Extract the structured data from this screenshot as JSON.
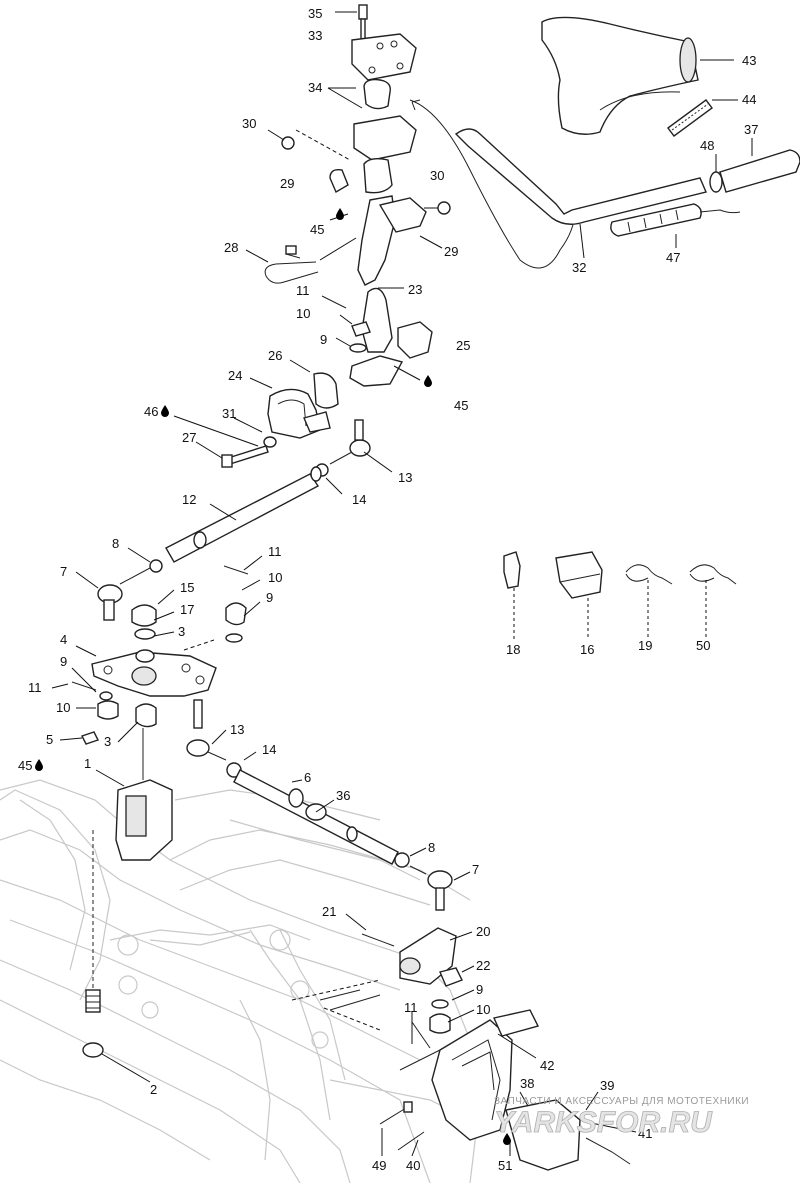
{
  "callouts": {
    "c35": "35",
    "c33": "33",
    "c34": "34",
    "c30a": "30",
    "c29a": "29",
    "c30b": "30",
    "c45a": "45",
    "c29b": "29",
    "c28": "28",
    "c11a": "11",
    "c23": "23",
    "c10a": "10",
    "c9a": "9",
    "c25": "25",
    "c45b": "45",
    "c26": "26",
    "c24": "24",
    "c46": "46",
    "c31": "31",
    "c27": "27",
    "c13a": "13",
    "c14a": "14",
    "c12": "12",
    "c8a": "8",
    "c7a": "7",
    "c11b": "11",
    "c10b": "10",
    "c15": "15",
    "c17": "17",
    "c9b": "9",
    "c3a": "3",
    "c4": "4",
    "c9c": "9",
    "c11c": "11",
    "c10c": "10",
    "c5": "5",
    "c3b": "3",
    "c45c": "45",
    "c13b": "13",
    "c14b": "14",
    "c1": "1",
    "c6": "6",
    "c36": "36",
    "c8b": "8",
    "c7b": "7",
    "c21": "21",
    "c20": "20",
    "c22": "22",
    "c9d": "9",
    "c10d": "10",
    "c11d": "11",
    "c42": "42",
    "c2": "2",
    "c38": "38",
    "c39": "39",
    "c41": "41",
    "c49": "49",
    "c40": "40",
    "c51": "51",
    "c43": "43",
    "c44": "44",
    "c48": "48",
    "c37": "37",
    "c32": "32",
    "c47": "47",
    "c18": "18",
    "c16": "16",
    "c19": "19",
    "c50": "50"
  },
  "watermark": {
    "line1": "ЗАПЧАСТИ И АКСЕССУАРЫ ДЛЯ МОТОТЕХНИКИ",
    "line2": "YARKSFOR.RU"
  }
}
